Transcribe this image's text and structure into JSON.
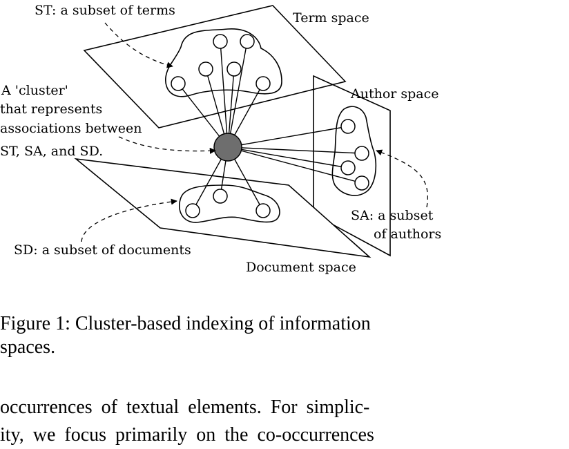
{
  "figure": {
    "labels": {
      "term_space": "Term space",
      "author_space": "Author space",
      "document_space": "Document space",
      "st_label": "ST: a subset of terms",
      "cluster_line1": "A 'cluster'",
      "cluster_line2": "that represents",
      "cluster_line3": "associations between",
      "cluster_line4": "ST, SA, and SD.",
      "sa_line1": "SA: a subset",
      "sa_line2": "of authors",
      "sd_label": "SD: a subset of documents"
    }
  },
  "caption": {
    "line1": "Figure 1: Cluster-based indexing of information",
    "line2": "spaces."
  },
  "body": {
    "line1": "occurrences of textual elements. For simplic-",
    "line2": "ity, we focus primarily on the co-occurrences"
  }
}
